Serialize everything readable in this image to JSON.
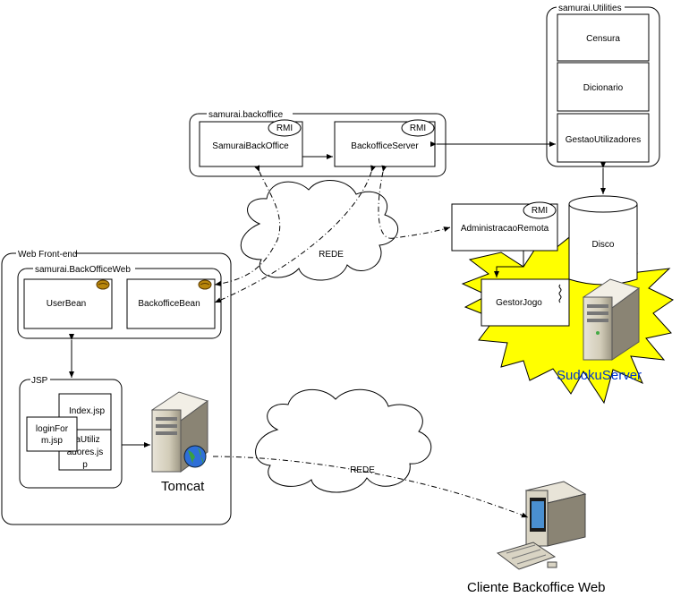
{
  "packages": {
    "utilities": "samurai.Utilities",
    "backoffice": "samurai.backoffice",
    "web_frontend": "Web Front-end",
    "backoffice_web": "samurai.BackOfficeWeb",
    "jsp": "JSP"
  },
  "components": {
    "censura": "Censura",
    "dicionario": "Dicionario",
    "gestao_utilizadores": "GestaoUtilizadores",
    "samurai_backoffice": "SamuraiBackOffice",
    "backoffice_server": "BackofficeServer",
    "administracao_remota": "AdministracaoRemota",
    "gestor_jogo": "GestorJogo",
    "disco": "Disco",
    "user_bean": "UserBean",
    "backoffice_bean": "BackofficeBean",
    "index_jsp": "Index.jsp",
    "login_form_line1": "loginFor",
    "login_form_line2": "m.jsp",
    "gestao_util_line1": "aUtiliz",
    "gestao_util_line2": "adores.js",
    "gestao_util_line3": "p"
  },
  "badges": {
    "rmi": "RMI"
  },
  "network": {
    "rede_top": "REDE",
    "rede_bottom": "REDE"
  },
  "servers": {
    "sudoku": "SudokuServer",
    "tomcat": "Tomcat",
    "client": "Cliente Backoffice Web"
  },
  "colors": {
    "burst_fill": "#ffff00",
    "sudoku_label": "#0033cc",
    "stroke": "#000000"
  },
  "icons": {
    "bean": "coffee-bean-icon",
    "server": "server-tower-icon",
    "globe": "globe-icon",
    "workstation": "desktop-computer-icon"
  }
}
